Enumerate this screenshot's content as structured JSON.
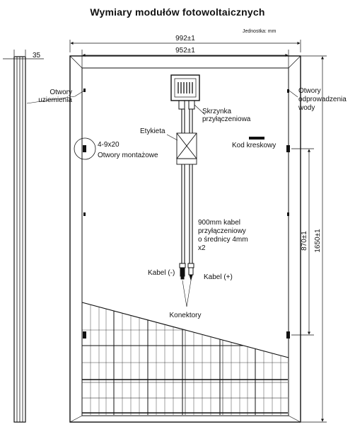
{
  "title": "Wymiary modułów fotowoltaicznych",
  "unit_note": "Jednostka: mm",
  "dimensions": {
    "outer_width": "992±1",
    "inner_width": "952±1",
    "thickness": "35",
    "height": "1650±1",
    "hole_spacing": "870±1"
  },
  "labels": {
    "grounding_holes": [
      "Otwory",
      "uziemienia"
    ],
    "drain_holes": [
      "Otwory",
      "odprowadzenia",
      "wody"
    ],
    "junction_box": [
      "Skrzynka",
      "przyłączeniowa"
    ],
    "sticker": "Etykieta",
    "barcode": "Kod kreskowy",
    "mounting_holes": [
      "4-9x20",
      "Otwory montażowe"
    ],
    "cable_desc": [
      "900mm kabel",
      "przyłączeniowy",
      "o średnicy 4mm",
      "x2"
    ],
    "cable_minus": "Kabel (-)",
    "cable_plus": "Kabel (+)",
    "connectors": "Konektory"
  }
}
